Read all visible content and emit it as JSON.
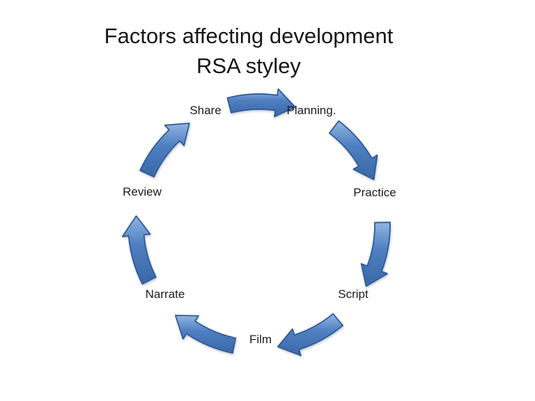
{
  "slide": {
    "title": "Factors affecting development\nRSA styley",
    "background_color": "#ffffff",
    "text_color": "#161616"
  },
  "cycle": {
    "items": [
      {
        "label": "Share"
      },
      {
        "label": "Planning."
      },
      {
        "label": "Practice"
      },
      {
        "label": "Script"
      },
      {
        "label": "Film"
      },
      {
        "label": "Narrate"
      },
      {
        "label": "Review"
      }
    ],
    "colors": {
      "highlight": "#93B5E2",
      "mid": "#4E7FC1",
      "shadow": "#3A68A8",
      "outline": "#2F5B96"
    }
  }
}
